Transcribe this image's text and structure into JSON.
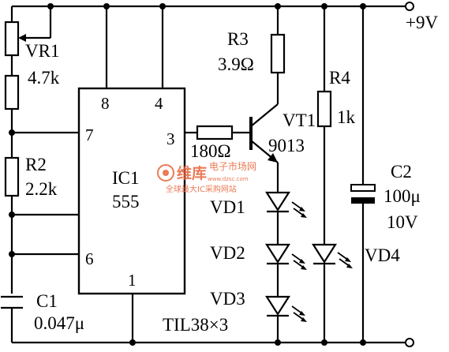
{
  "supply_label": "+9V",
  "components": {
    "vr1": {
      "name": "VR1",
      "value": "4.7k"
    },
    "r2": {
      "name": "R2",
      "value": "2.2k"
    },
    "c1": {
      "name": "C1",
      "value": "0.047μ"
    },
    "ic1": {
      "name": "IC1",
      "type": "555",
      "pins": {
        "p8": "8",
        "p4": "4",
        "p7": "7",
        "p3": "3",
        "p6": "6",
        "p1": "1"
      }
    },
    "r_base": {
      "value": "180Ω"
    },
    "r3": {
      "name": "R3",
      "value": "3.9Ω"
    },
    "vt1": {
      "name": "VT1",
      "value": "9013"
    },
    "r4": {
      "name": "R4",
      "value": "1k"
    },
    "c2": {
      "name": "C2",
      "value": "100μ",
      "voltage": "10V"
    },
    "vd1": {
      "name": "VD1"
    },
    "vd2": {
      "name": "VD2"
    },
    "vd3": {
      "name": "VD3"
    },
    "vd4": {
      "name": "VD4"
    },
    "led_note": "TIL38×3"
  },
  "watermark": {
    "brand": "维库",
    "title": "电子市场网",
    "subtitle": "全球最大IC采购网站",
    "url": "www.dzsc.com"
  }
}
